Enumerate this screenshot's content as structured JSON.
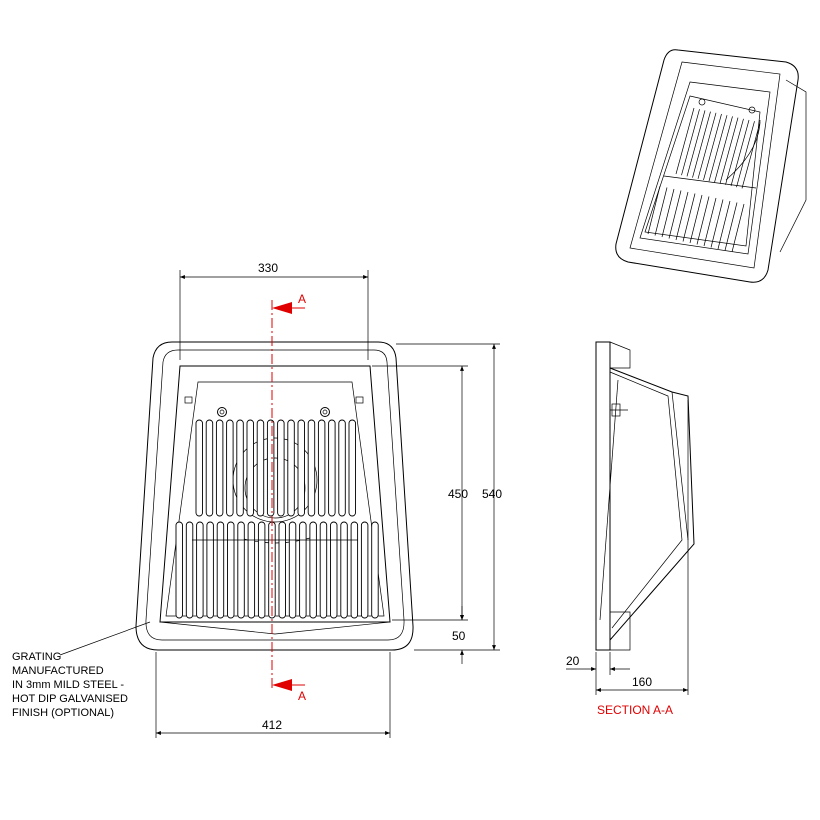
{
  "dimensions": {
    "top_width": "330",
    "bottom_width": "412",
    "inner_height": "450",
    "overall_height": "540",
    "lip_height": "50",
    "wall_thickness": "20",
    "section_depth": "160"
  },
  "section_markers": {
    "top": "A",
    "bottom": "A"
  },
  "section_title": "SECTION A-A",
  "note_lines": [
    "GRATING",
    "MANUFACTURED",
    "IN 3mm MILD STEEL -",
    "HOT DIP GALVANISED",
    "FINISH (OPTIONAL)"
  ],
  "colors": {
    "line": "#000000",
    "section": "#e00000"
  }
}
